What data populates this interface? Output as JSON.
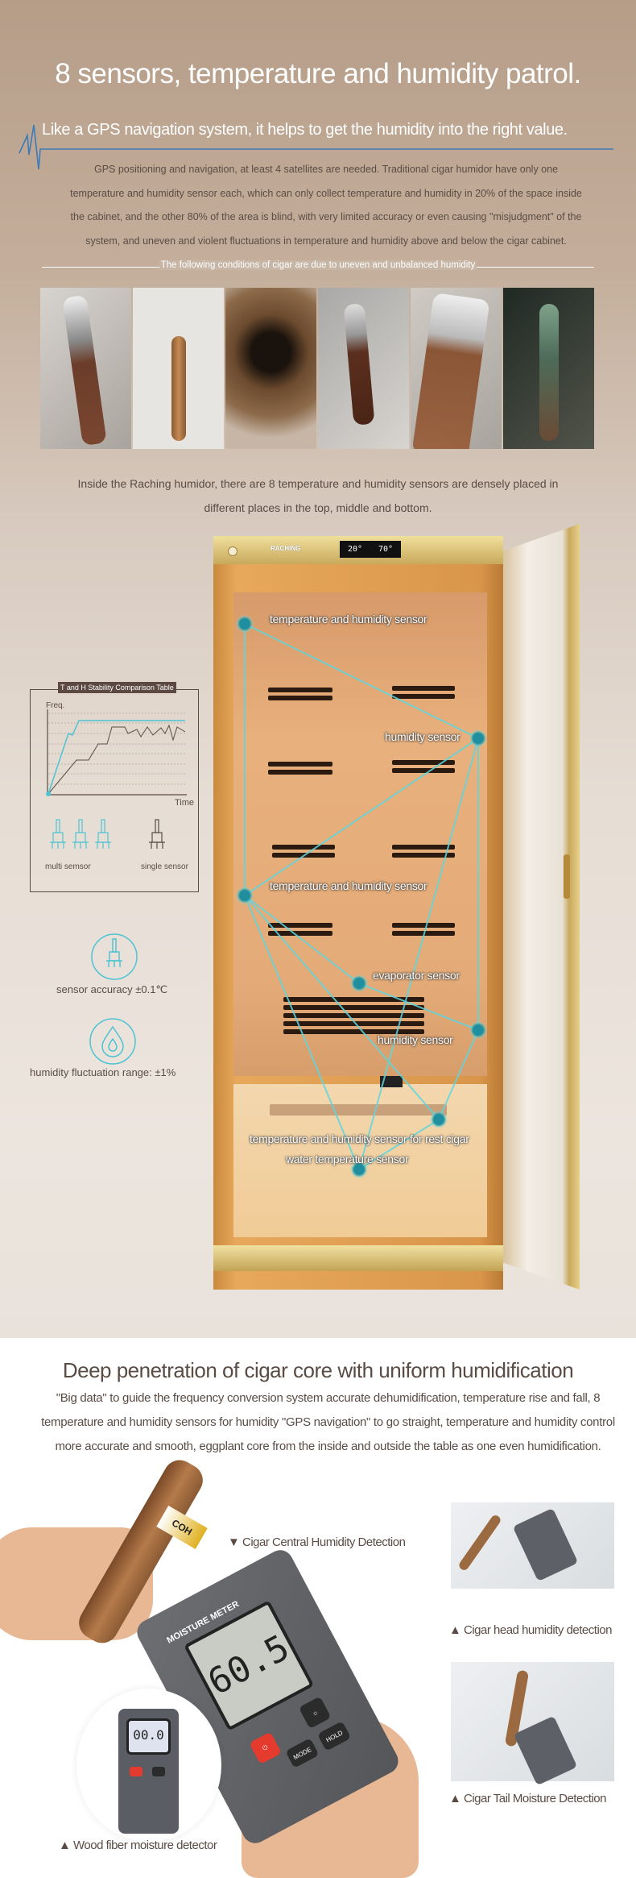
{
  "header": {
    "title": "8 sensors, temperature and humidity patrol.",
    "subtitle": "Like a GPS navigation system, it helps to get the humidity into the right value.",
    "paragraph": "GPS positioning and navigation, at least 4 satellites are needed. Traditional cigar humidor have only one temperature and humidity sensor each, which can only collect temperature and humidity in 20% of the space inside the cabinet, and the other 80% of the area is blind, with very limited accuracy or even causing \"misjudgment\" of the system, and uneven and violent fluctuations in temperature and humidity above and below the cigar cabinet.",
    "divider_text": "The following conditions of cigar are due to uneven and unbalanced humidity"
  },
  "intro": "Inside the Raching humidor, there are 8 temperature and humidity sensors are densely placed in different places in the top, middle and bottom.",
  "cabinet": {
    "brand": "RACHING",
    "display_temp": "20°",
    "display_humidity": "70°",
    "sensors": [
      "temperature and humidity sensor",
      "humidity sensor",
      "temperature and humidity sensor",
      "evaporator sensor",
      "humidity sensor",
      "temperature and humidity sensor for rest cigar",
      "water temperature sensor"
    ]
  },
  "comparison": {
    "title": "T and H Stability Comparison Table",
    "y_label": "Freq.",
    "x_label": "Time",
    "multi_label": "multi semsor",
    "single_label": "single sensor",
    "colors": {
      "multi": "#4fc3d3",
      "single": "#5a4c44"
    }
  },
  "features": [
    {
      "icon": "sensor-icon",
      "label": "sensor accuracy ±0.1℃"
    },
    {
      "icon": "water-drop-icon",
      "label": "humidity fluctuation range:  ±1%"
    }
  ],
  "deep": {
    "title": "Deep penetration of cigar core with uniform humidification",
    "paragraph": "\"Big data\" to guide the frequency conversion system accurate dehumidification, temperature rise and fall, 8 temperature and humidity sensors for humidity \"GPS navigation\" to go straight, temperature and humidity control more accurate and smooth, eggplant core from the inside and outside the table as one even humidification."
  },
  "meter": {
    "brand": "MOISTURE METER",
    "reading": "60.5",
    "small_reading": "00.0",
    "hold": "HOLD",
    "mode": "MODE",
    "cigar_band": "COH"
  },
  "captions": {
    "central": "▼ Cigar Central Humidity Detection",
    "head": "▲ Cigar head humidity detection",
    "tail": "▲ Cigar Tail Moisture Detection",
    "wood": "▲ Wood fiber moisture detector"
  }
}
